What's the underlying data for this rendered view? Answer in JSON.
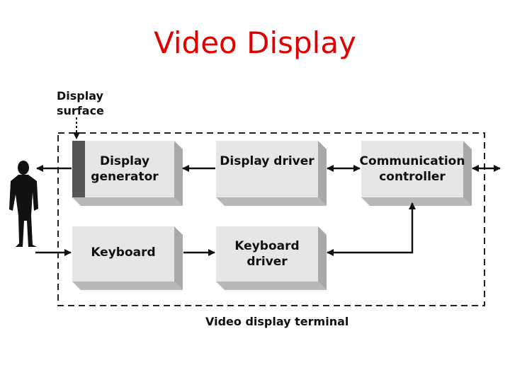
{
  "title": "Video Display",
  "annotations": {
    "display_surface_line1": "Display",
    "display_surface_line2": "surface",
    "terminal_label": "Video display terminal"
  },
  "blocks": {
    "display_generator": [
      "Display",
      "generator"
    ],
    "display_driver": [
      "Display driver"
    ],
    "communication_controller": [
      "Communication",
      "controller"
    ],
    "keyboard": [
      "Keyboard"
    ],
    "keyboard_driver": [
      "Keyboard",
      "driver"
    ]
  },
  "colors": {
    "title": "#e00000",
    "block_face": "#e6e6e6",
    "block_side": "#a8a8a8",
    "display_surface_strip": "#555555"
  }
}
